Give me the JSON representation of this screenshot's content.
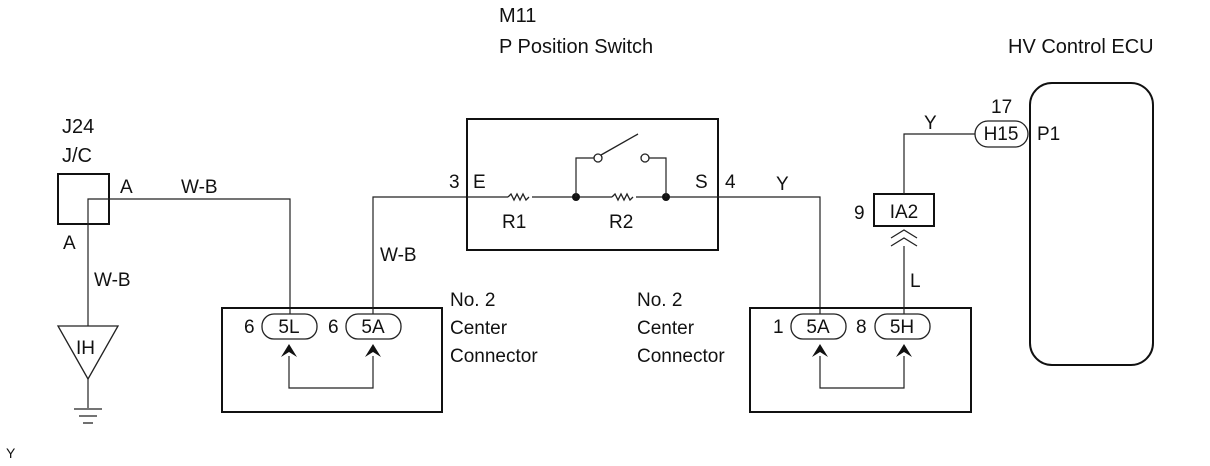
{
  "switch": {
    "code": "M11",
    "name": "P Position Switch",
    "pin_e": "3",
    "term_e": "E",
    "term_s": "S",
    "pin_s": "4",
    "r1": "R1",
    "r2": "R2"
  },
  "ecu": {
    "name": "HV Control ECU",
    "pin_num": "17",
    "connector": "H15",
    "terminal": "P1"
  },
  "jc": {
    "code": "J24",
    "name": "J/C",
    "term_right": "A",
    "term_bottom": "A"
  },
  "ground": {
    "label": "IH"
  },
  "left_connector": {
    "line1": "No. 2",
    "line2": "Center",
    "line3": "Connector",
    "pin_a": "6",
    "conn_a": "5L",
    "pin_b": "6",
    "conn_b": "5A"
  },
  "right_connector": {
    "line1": "No. 2",
    "line2": "Center",
    "line3": "Connector",
    "pin_a": "1",
    "conn_a": "5A",
    "pin_b": "8",
    "conn_b": "5H"
  },
  "inline_connector": {
    "pin": "9",
    "code": "IA2"
  },
  "wires": {
    "jc_to_center": "W-B",
    "jc_to_ground": "W-B",
    "center_to_switch": "W-B",
    "switch_to_center": "Y",
    "ia2_to_ecu": "Y",
    "center_to_ia2": "L"
  },
  "footer_mark": "Y"
}
